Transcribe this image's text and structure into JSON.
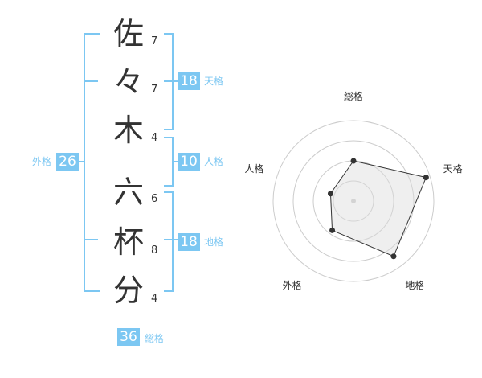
{
  "name": {
    "characters": [
      {
        "char": "佐",
        "strokes": "7"
      },
      {
        "char": "々",
        "strokes": "7"
      },
      {
        "char": "木",
        "strokes": "4"
      },
      {
        "char": "六",
        "strokes": "6"
      },
      {
        "char": "杯",
        "strokes": "8"
      },
      {
        "char": "分",
        "strokes": "4"
      }
    ]
  },
  "fortunes": {
    "tenkaku": {
      "value": "18",
      "label": "天格"
    },
    "jinkaku": {
      "value": "10",
      "label": "人格"
    },
    "chikaku": {
      "value": "18",
      "label": "地格"
    },
    "gaikaku": {
      "value": "26",
      "label": "外格"
    },
    "soukaku": {
      "value": "36",
      "label": "総格"
    }
  },
  "colors": {
    "accent": "#7cc7f2",
    "text": "#333333",
    "grid": "#cccccc"
  },
  "chart_data": {
    "type": "radar",
    "axes": [
      "総格",
      "天格",
      "地格",
      "外格",
      "人格"
    ],
    "values": [
      0.5,
      0.95,
      0.85,
      0.45,
      0.3
    ],
    "max": 1,
    "rings": 4
  }
}
